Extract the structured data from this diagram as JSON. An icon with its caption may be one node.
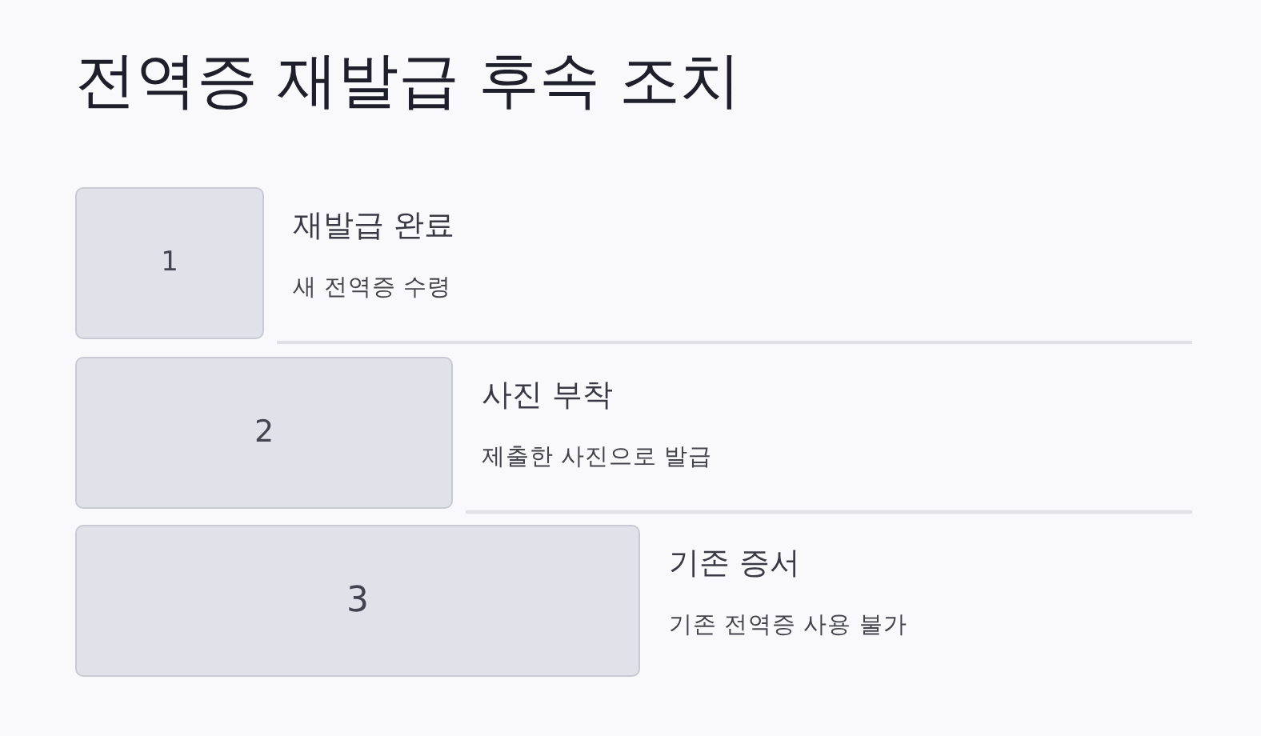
{
  "diagram": {
    "title": "전역증 재발급 후속 조치",
    "nodes": [
      {
        "text": [
          "1"
        ],
        "beside": [
          "재발급 완료",
          "새 전역증 수령"
        ]
      },
      {
        "text": [
          "2"
        ],
        "beside": [
          "사진 부착",
          "제출한 사진으로 발급"
        ]
      },
      {
        "text": [
          "3"
        ],
        "beside": [
          "기존 증서",
          "기존 전역증 사용 불가"
        ]
      }
    ]
  }
}
